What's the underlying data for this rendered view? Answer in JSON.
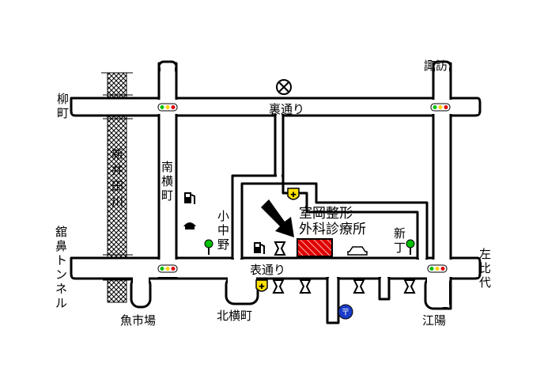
{
  "map": {
    "clinic_name_line1": "室岡整形",
    "clinic_name_line2": "外科診療所",
    "streets": {
      "ura_dori": "裏通り",
      "omote_dori": "表通り",
      "minami_yokomachi": [
        "南",
        "横",
        "町"
      ],
      "konakano": [
        "小",
        "中",
        "野"
      ],
      "shinden": [
        "新",
        "丁"
      ]
    },
    "places": {
      "suwa": "諏訪",
      "yanagimachi": [
        "柳",
        "町"
      ],
      "shinidagawa": [
        "新",
        "井",
        "田",
        "川"
      ],
      "tate_hana_tunnel": [
        "舘",
        "鼻",
        "ト",
        "ン",
        "ネ",
        "ル"
      ],
      "hidari_hinai": [
        "左",
        "比",
        "代"
      ],
      "uoichiba": "魚市場",
      "kita_yokomachi": "北横町",
      "koyo": "江陽"
    },
    "colors": {
      "clinic_fill": "#e00000",
      "police_badge": "#ffe000",
      "post_office": "#1a3cc8",
      "tree": "#00c000"
    }
  }
}
